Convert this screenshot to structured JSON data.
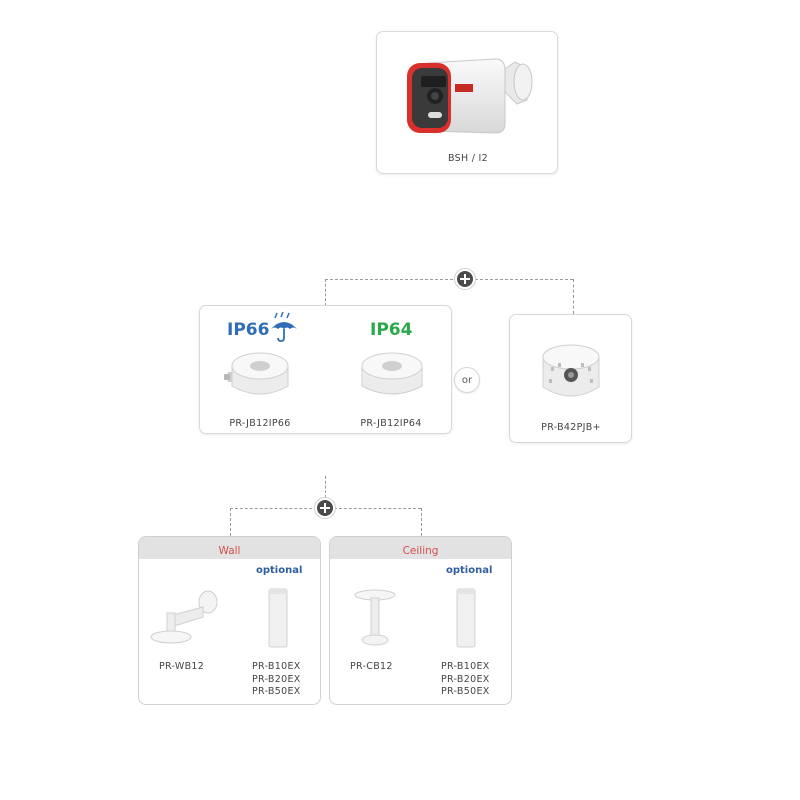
{
  "camera": {
    "label": "BSH / I2"
  },
  "junction_boxes": {
    "ip66_text": "IP66",
    "ip66_color": "#2f6db5",
    "ip64_text": "IP64",
    "ip64_color": "#2aa84a",
    "ip66_label": "PR-JB12IP66",
    "ip64_label": "PR-JB12IP64",
    "or_text": "or"
  },
  "pole_adapter": {
    "label": "PR-B42PJB+"
  },
  "mounts": {
    "wall": {
      "title": "Wall",
      "optional": "optional",
      "bracket_label": "PR-WB12",
      "extensions": [
        "PR-B10EX",
        "PR-B20EX",
        "PR-B50EX"
      ]
    },
    "ceiling": {
      "title": "Ceiling",
      "optional": "optional",
      "bracket_label": "PR-CB12",
      "extensions": [
        "PR-B10EX",
        "PR-B20EX",
        "PR-B50EX"
      ]
    }
  },
  "colors": {
    "title_red": "#d94c4c",
    "optional_blue": "#2f5f9e",
    "connector": "#9a9a9a"
  },
  "icons": [
    "plus-icon",
    "umbrella-rain-icon"
  ]
}
